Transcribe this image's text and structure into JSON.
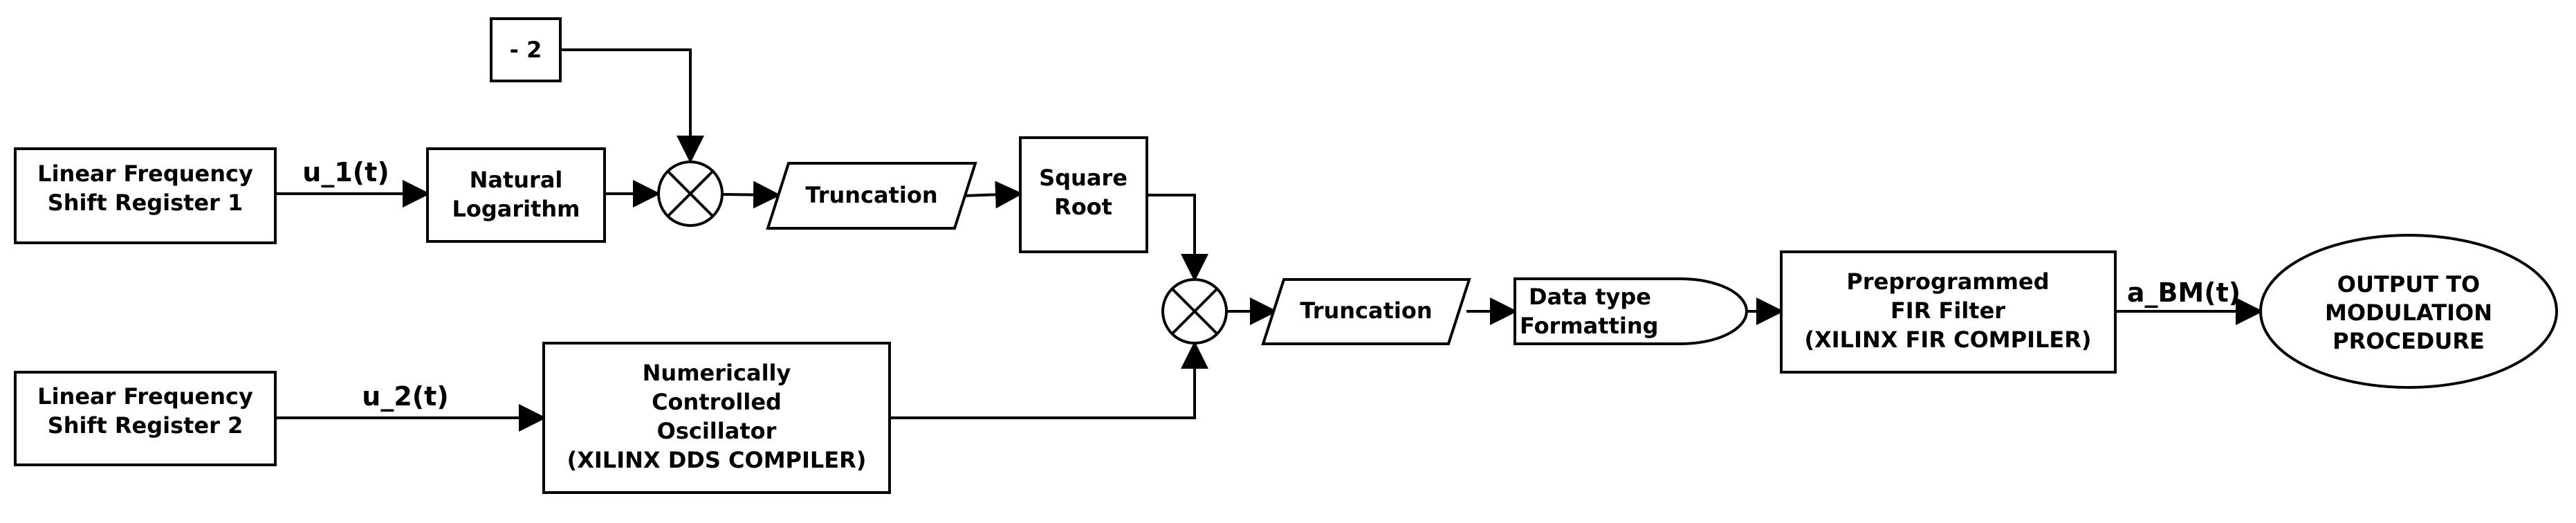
{
  "blocks": {
    "lfsr1": [
      "Linear Frequency",
      "Shift Register 1"
    ],
    "lfsr2": [
      "Linear Frequency",
      "Shift Register 2"
    ],
    "const": [
      "- 2"
    ],
    "ln": [
      "Natural",
      "Logarithm"
    ],
    "trunc1": [
      "Truncation"
    ],
    "sqrt": [
      "Square",
      "Root"
    ],
    "nco": [
      "Numerically",
      "Controlled",
      "Oscillator",
      "(XILINX DDS COMPILER)"
    ],
    "trunc2": [
      "Truncation"
    ],
    "fmt": [
      "Data type",
      "Formatting"
    ],
    "fir": [
      "Preprogrammed",
      "FIR Filter",
      "(XILINX FIR COMPILER)"
    ],
    "output": [
      "OUTPUT TO",
      "MODULATION",
      "PROCEDURE"
    ]
  },
  "signals": {
    "u1": "u_1(t)",
    "u2": "u_2(t)",
    "abm": "a_BM(t)"
  }
}
